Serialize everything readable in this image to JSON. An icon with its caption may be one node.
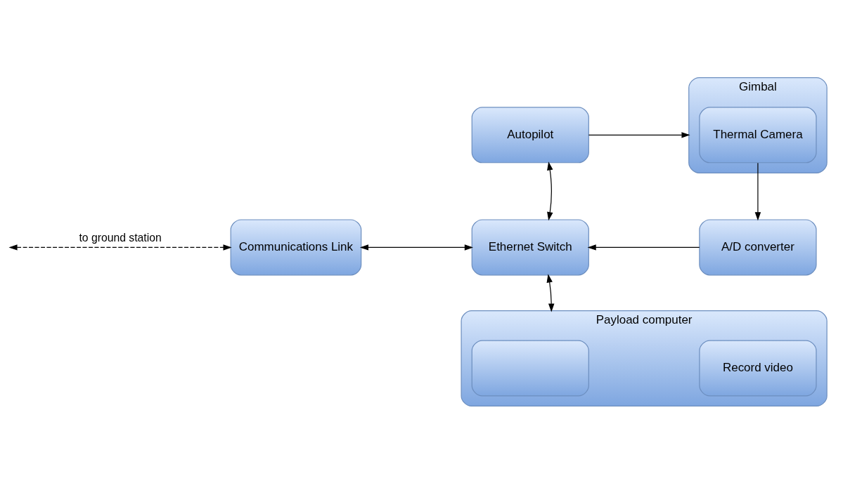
{
  "diagram": {
    "nodes": [
      {
        "text": [
          "Autopilot"
        ]
      },
      {
        "text": [
          "Gimbal"
        ]
      },
      {
        "text": [
          "Thermal Camera"
        ],
        "in": 1
      },
      {
        "text": [
          "Communications Link"
        ]
      },
      {
        "text": [
          "Ethernet Switch"
        ]
      },
      {
        "text": [
          "A/D converter"
        ]
      },
      {
        "text": [
          "Payload computer"
        ]
      },
      {
        "text": [],
        "shape": "box",
        "in": 6
      },
      {
        "text": [
          "Record video"
        ],
        "in": 6
      }
    ],
    "edges": [
      {
        "from": 0,
        "to": 1,
        "arrow": "to"
      },
      {
        "from": 2,
        "to": 5,
        "arrow": "to"
      },
      {
        "from": null,
        "to": 3,
        "arrow": "both",
        "style": "dashed",
        "label": "to ground station"
      },
      {
        "from": 3,
        "to": 4,
        "arrow": "both"
      },
      {
        "from": 5,
        "to": 4,
        "arrow": "to"
      },
      {
        "from": 4,
        "to": 0,
        "arrow": "both"
      },
      {
        "from": 4,
        "to": 6,
        "arrow": "both"
      }
    ]
  }
}
